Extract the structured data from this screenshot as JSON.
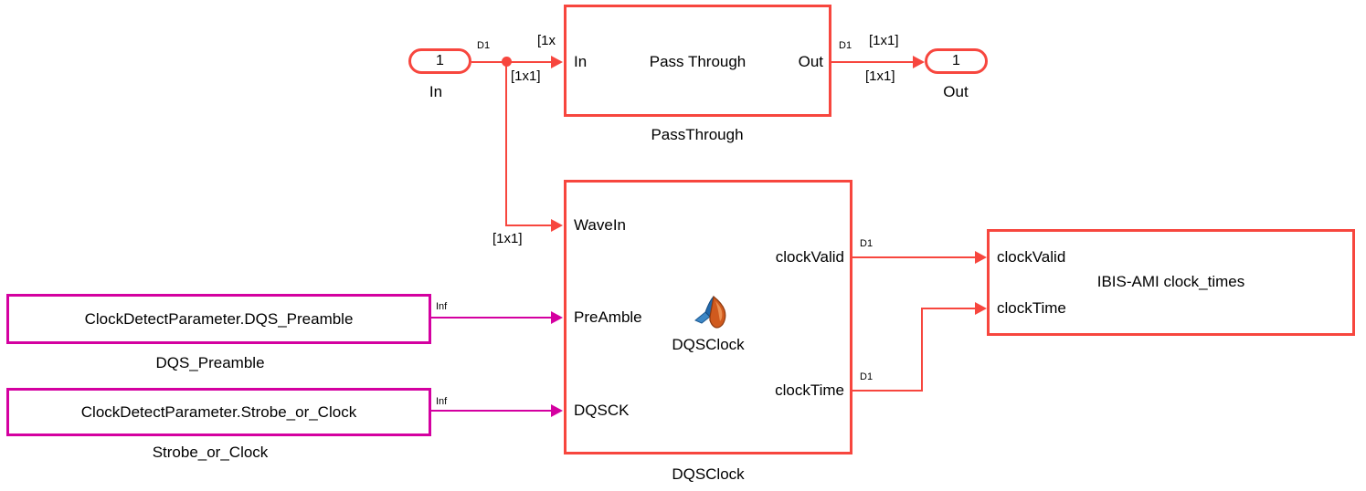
{
  "colors": {
    "block_red": "#F7463E",
    "block_magenta": "#D400A0"
  },
  "inport": {
    "value": "1",
    "caption": "In"
  },
  "outport": {
    "value": "1",
    "caption": "Out"
  },
  "passthrough": {
    "port_in": "In",
    "title": "Pass Through",
    "port_out": "Out",
    "caption": "PassThrough"
  },
  "dqsclock": {
    "port_wavein": "WaveIn",
    "port_preamble": "PreAmble",
    "port_dqsck": "DQSCK",
    "port_clockvalid": "clockValid",
    "port_clocktime": "clockTime",
    "function_name": "DQSClock",
    "caption": "DQSClock"
  },
  "ibis": {
    "port_clockvalid": "clockValid",
    "title": "IBIS-AMI clock_times",
    "port_clocktime": "clockTime"
  },
  "param_blocks": [
    {
      "expr": "ClockDetectParameter.DQS_Preamble",
      "caption": "DQS_Preamble",
      "rate_label": "Inf"
    },
    {
      "expr": "ClockDetectParameter.Strobe_or_Clock",
      "caption": "Strobe_or_Clock",
      "rate_label": "Inf"
    }
  ],
  "signal_labels": {
    "rate_d1": "D1",
    "dim_1x1": "[1x1]",
    "dim_1x1_clipped": "[1x"
  }
}
